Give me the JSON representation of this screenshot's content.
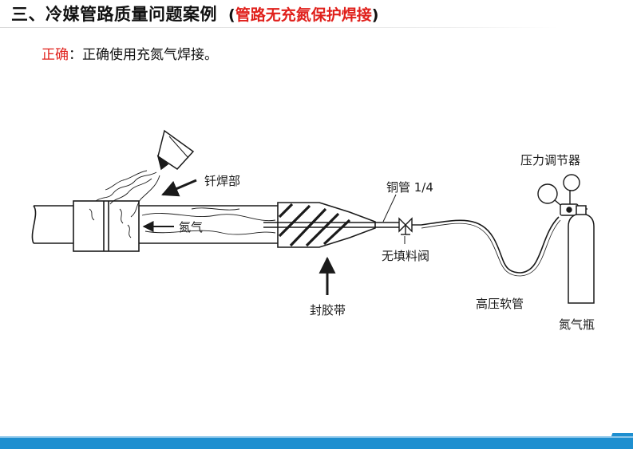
{
  "slide": {
    "title": "三、冷媒管路质量问题案例",
    "subtitle_open": "(",
    "subtitle": "管路无充氮保护焊接",
    "subtitle_close": ")",
    "caption_label": "正确",
    "caption_sep": "：",
    "caption_text": "正确使用充氮气焊接。"
  },
  "diagram": {
    "labels": {
      "braze_joint": "钎焊部",
      "nitrogen_flow": "氮气",
      "copper_pipe": "铜管 1/4",
      "packless_valve": "无填料阀",
      "pressure_regulator": "压力调节器",
      "sealing_tape": "封胶带",
      "high_pressure_hose": "高压软管",
      "nitrogen_cylinder": "氮气瓶"
    }
  },
  "colors": {
    "accent_red": "#e0201b",
    "bar_blue": "#1e8fd0",
    "line": "#1a1a1a"
  }
}
